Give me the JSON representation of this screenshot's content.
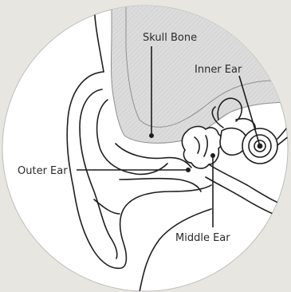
{
  "diagram": {
    "labels": {
      "skull_bone": "Skull Bone",
      "inner_ear": "Inner Ear",
      "outer_ear": "Outer Ear",
      "middle_ear": "Middle Ear"
    },
    "colors": {
      "background": "#e8e6e1",
      "circle_fill": "#ffffff",
      "bone_fill": "#d9d9d9",
      "line": "#1e1e1e"
    }
  }
}
